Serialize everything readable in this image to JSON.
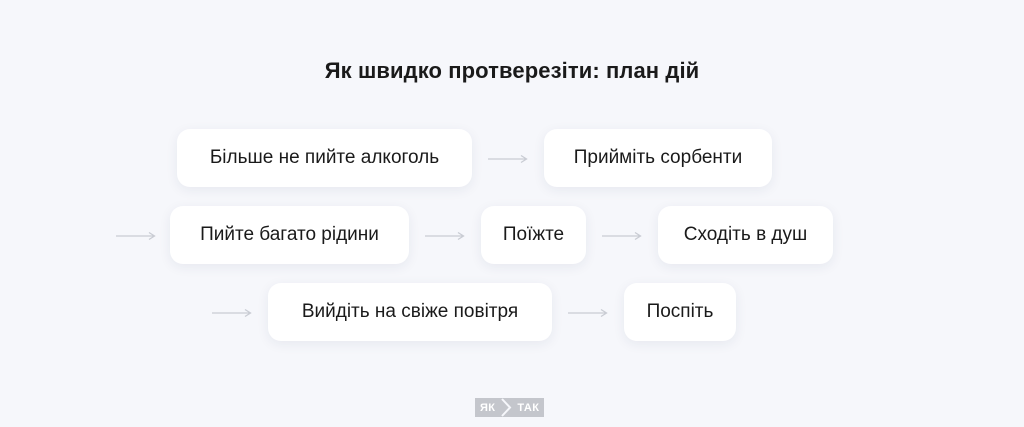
{
  "title": "Як швидко протверезіти: план дій",
  "steps": [
    "Більше не пийте алкоголь",
    "Прийміть сорбенти",
    "Пийте багато рідини",
    "Поїжте",
    "Сходіть в душ",
    "Вийдіть на свіже повітря",
    "Поспіть"
  ],
  "logo": {
    "left": "ЯК",
    "right": "ТАК"
  },
  "colors": {
    "background": "#f6f7fb",
    "card": "#ffffff",
    "arrow": "#c9ccd3",
    "logo": "#c4c6cc"
  }
}
